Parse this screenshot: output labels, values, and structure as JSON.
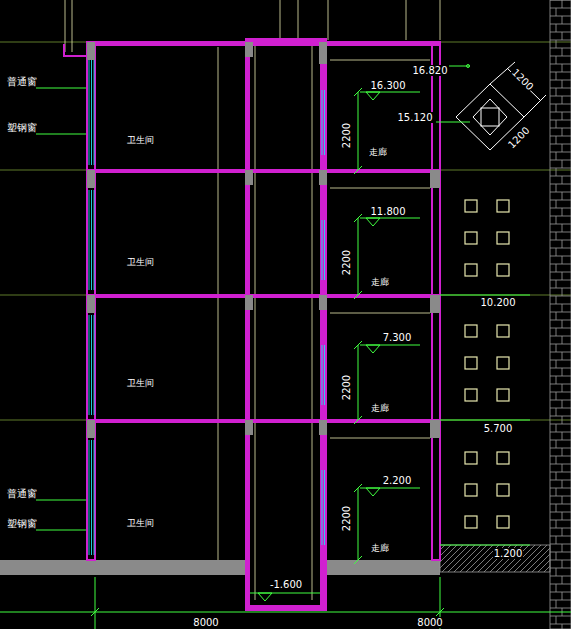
{
  "diagram": {
    "nodes": [
      {
        "text": [
          "卫生间"
        ]
      },
      {
        "text": [
          "走廊"
        ]
      },
      {
        "text": [
          "卫生间"
        ]
      },
      {
        "text": [
          "走廊"
        ]
      },
      {
        "text": [
          "卫生间"
        ]
      },
      {
        "text": [
          "走廊"
        ]
      },
      {
        "text": [
          "卫生间"
        ]
      },
      {
        "text": [
          "走廊"
        ]
      }
    ],
    "labels": [
      "普通窗",
      "塑钢窗",
      "普通窗",
      "塑钢窗",
      "16.820",
      "16.300",
      "15.120",
      "1200",
      "1200",
      "2200",
      "11.800",
      "2200",
      "10.200",
      "7.300",
      "2200",
      "5.700",
      "2.200",
      "2200",
      "1.200",
      "-1.600",
      "8000",
      "8000"
    ]
  }
}
